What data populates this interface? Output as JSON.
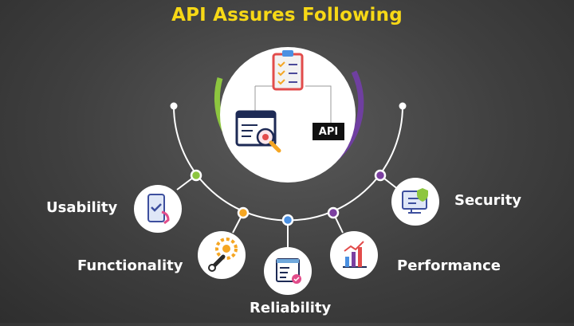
{
  "title": "API Assures Following",
  "center": {
    "badge": "API"
  },
  "items": [
    {
      "label": "Usability",
      "icon": "phone-check-icon",
      "dot_color": "#8dc63f"
    },
    {
      "label": "Functionality",
      "icon": "gear-wrench-icon",
      "dot_color": "#f5a623"
    },
    {
      "label": "Reliability",
      "icon": "checklist-icon",
      "dot_color": "#4a90e2"
    },
    {
      "label": "Performance",
      "icon": "bar-chart-icon",
      "dot_color": "#7b3fa0"
    },
    {
      "label": "Security",
      "icon": "monitor-shield-icon",
      "dot_color": "#7b3fa0"
    }
  ],
  "ring_colors": [
    "#8dc63f",
    "#f5a623",
    "#4a90e2",
    "#6f3fa0"
  ]
}
